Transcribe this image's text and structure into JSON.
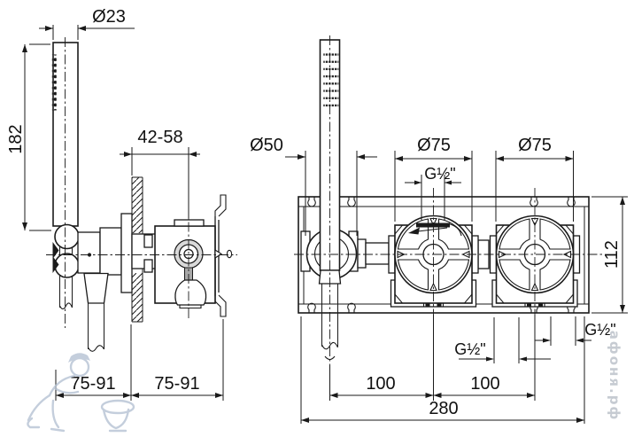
{
  "drawing": {
    "left_view": {
      "label_spray_diameter": "Ø23",
      "label_handshower_length": "182",
      "label_wall_depth_range": "42-58",
      "label_offset_left": "75-91",
      "label_offset_right": "75-91"
    },
    "right_view": {
      "label_holder_diameter": "Ø50",
      "label_rosette1_diameter": "Ø75",
      "label_rosette2_diameter": "Ø75",
      "label_thread_top": "G½\"",
      "label_plate_height": "112",
      "label_thread_bottom_mid": "G½\"",
      "label_thread_bottom_right": "G½\"",
      "label_valve_spacing_left": "100",
      "label_valve_spacing_right": "100",
      "label_total_width": "280"
    },
    "watermark_shop": "афоня.рф",
    "line_color": "#1a1a1a",
    "watermark_color": "#b6c3d4"
  }
}
